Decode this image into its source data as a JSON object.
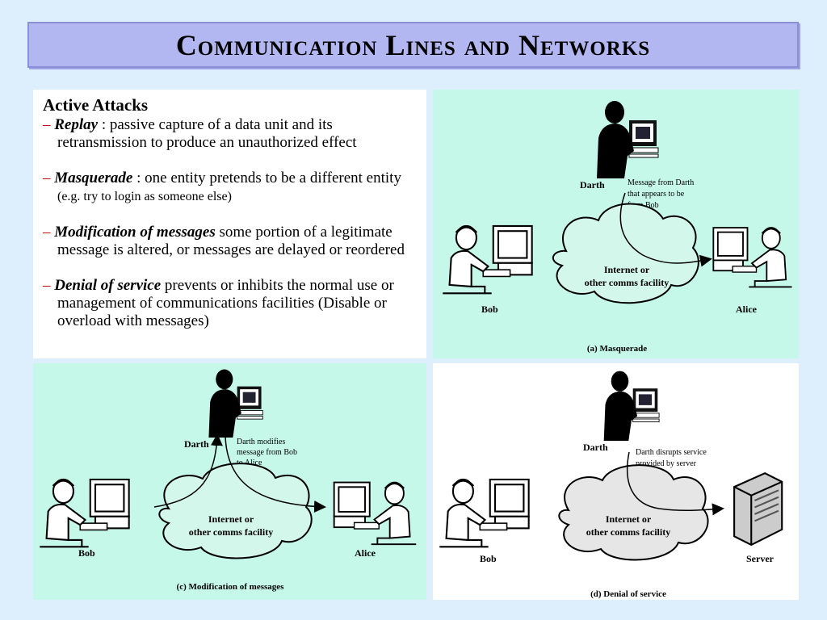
{
  "title": "Communication Lines and Networks",
  "attacks": {
    "heading": "Active Attacks",
    "dash": "–",
    "items": [
      {
        "term": "Replay",
        "desc": " : passive capture of a data unit and its retransmission to produce an unauthorized effect",
        "note": ""
      },
      {
        "term": "Masquerade",
        "desc": " : one entity pretends to be a different entity ",
        "note": "(e.g. try to login as someone else)"
      },
      {
        "term": "Modification of messages",
        "desc": " some portion of a legitimate message is altered, or messages are delayed or reordered",
        "note": ""
      },
      {
        "term": "Denial of service",
        "desc": " prevents or inhibits the normal use or management of communications facilities (Disable or overload with messages)",
        "note": ""
      }
    ]
  },
  "diagrams": {
    "masquerade": {
      "darth": "Darth",
      "bob": "Bob",
      "alice": "Alice",
      "note": [
        "Message from Darth",
        "that appears to be",
        "from Bob"
      ],
      "cloud": [
        "Internet or",
        "other comms facility"
      ],
      "caption": "(a) Masquerade"
    },
    "modification": {
      "darth": "Darth",
      "bob": "Bob",
      "alice": "Alice",
      "note": [
        "Darth modifies",
        "message from Bob",
        "to Alice"
      ],
      "cloud": [
        "Internet or",
        "other comms facility"
      ],
      "caption": "(c) Modification of messages"
    },
    "dos": {
      "darth": "Darth",
      "bob": "Bob",
      "server": "Server",
      "note": [
        "Darth disrupts service",
        "provided by server"
      ],
      "cloud": [
        "Internet or",
        "other comms facility"
      ],
      "caption": "(d) Denial of service"
    }
  },
  "colors": {
    "background": "#ddeefc",
    "title_bar": "#b3b7f1",
    "panel_green": "#c6f8ea",
    "dash": "#c00000"
  }
}
